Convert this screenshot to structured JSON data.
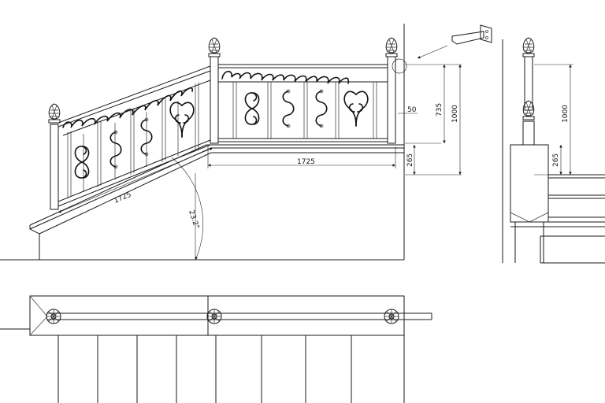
{
  "dimensions": {
    "slope_length": "1725",
    "level_length": "1725",
    "angle": "23.2°",
    "post_offset": "50",
    "rail_height_735": "735",
    "total_height": "1000",
    "step_height": "265",
    "side_total_height": "1000",
    "side_step_height": "265"
  }
}
